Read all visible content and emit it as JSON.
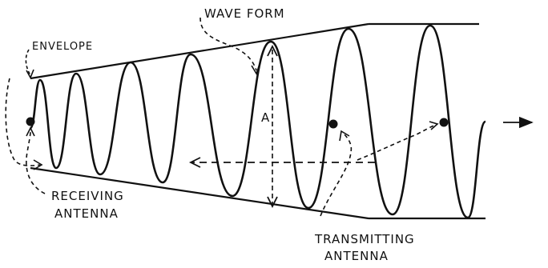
{
  "labels": {
    "wave_form": "WAVE FORM",
    "envelope": "ENVELOPE",
    "amplitude": "A",
    "receiving_line1": "RECEIVING",
    "receiving_line2": "ANTENNA",
    "transmitting_line1": "TRANSMITTING",
    "transmitting_line2": "ANTENNA"
  },
  "colors": {
    "ink": "#111111",
    "background": "#ffffff"
  }
}
